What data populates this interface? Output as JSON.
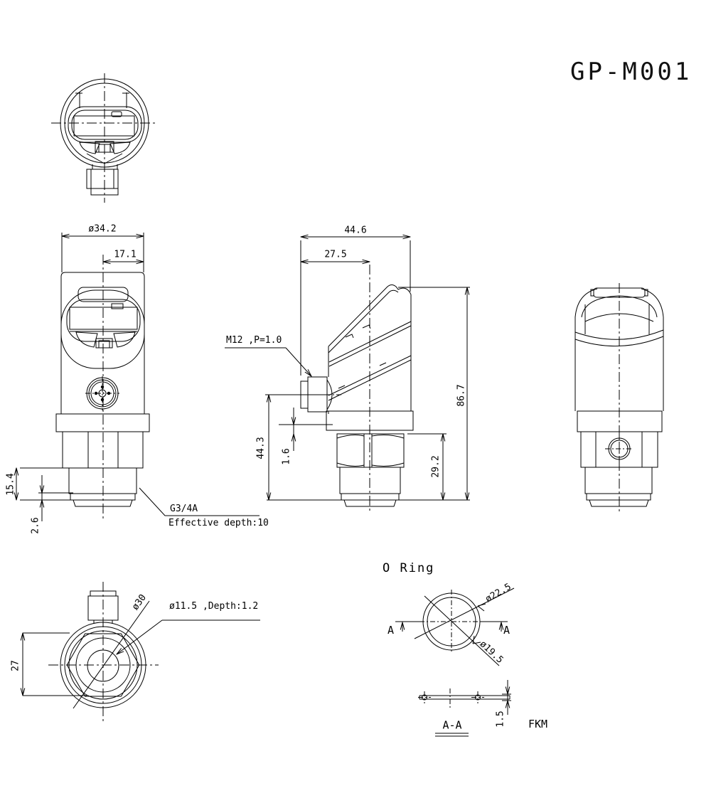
{
  "title": "GP-M001",
  "front_view": {
    "dia_width": "ø34.2",
    "half_width": "17.1",
    "thread_length": "15.4",
    "chamfer": "2.6",
    "thread_label": "G3/4A",
    "thread_note": "Effective depth:10"
  },
  "side_view": {
    "depth": "44.6",
    "front_depth": "27.5",
    "connector_label": "M12 ,P=1.0",
    "total_height": "86.7",
    "lower_height": "44.3",
    "gap": "1.6",
    "mount_height": "29.2"
  },
  "bottom_view": {
    "across_flats": "27",
    "outer_dia": "ø30",
    "recess_note": "ø11.5 ,Depth:1.2"
  },
  "oring": {
    "title": "O Ring",
    "outer_dia": "ø22.5",
    "inner_dia": "ø19.5",
    "marker_left": "A",
    "marker_right": "A",
    "section_label": "A-A",
    "thickness": "1.5",
    "material": "FKM"
  },
  "line_color": "#000000",
  "background_color": "#ffffff"
}
